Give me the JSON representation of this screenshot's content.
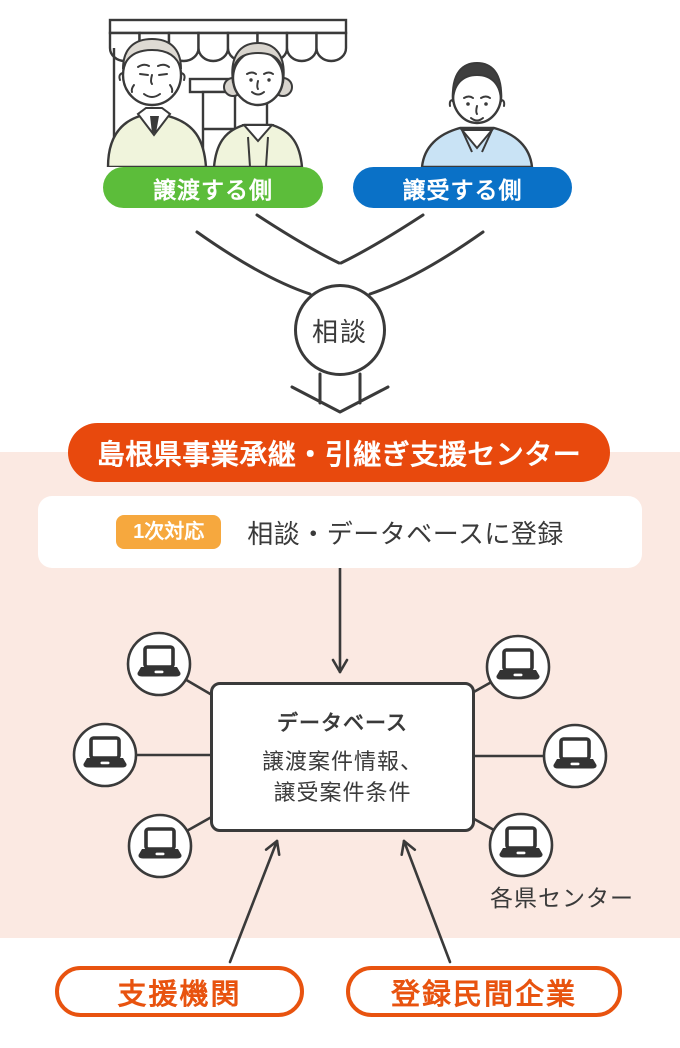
{
  "palette": {
    "green": "#5CBD3A",
    "blue": "#0A71C7",
    "orange_banner": "#E8490D",
    "orange_badge": "#F6A83E",
    "orange_outline": "#E8530F",
    "pink_background": "#FBE9E2",
    "line_dark": "#3A3A3A",
    "clothes_pale": "#F0F4DC",
    "jacket_blue": "#C9E3F5"
  },
  "top": {
    "transferor_label": "譲渡する側",
    "transferee_label": "譲受する側",
    "consult_label": "相談"
  },
  "center_banner": "島根県事業承継・引継ぎ支援センター",
  "primary_response": {
    "badge": "1次対応",
    "text": "相談・データベースに登録"
  },
  "database": {
    "title": "データベース",
    "line1": "譲渡案件情報、",
    "line2": "譲受案件条件"
  },
  "network_label": "各県センター",
  "bottom": {
    "support_label": "支援機関",
    "registered_label": "登録民間企業"
  },
  "icons": {
    "laptop": "laptop-icon",
    "couple": "elderly-couple-shop-illustration",
    "man": "young-man-illustration"
  }
}
